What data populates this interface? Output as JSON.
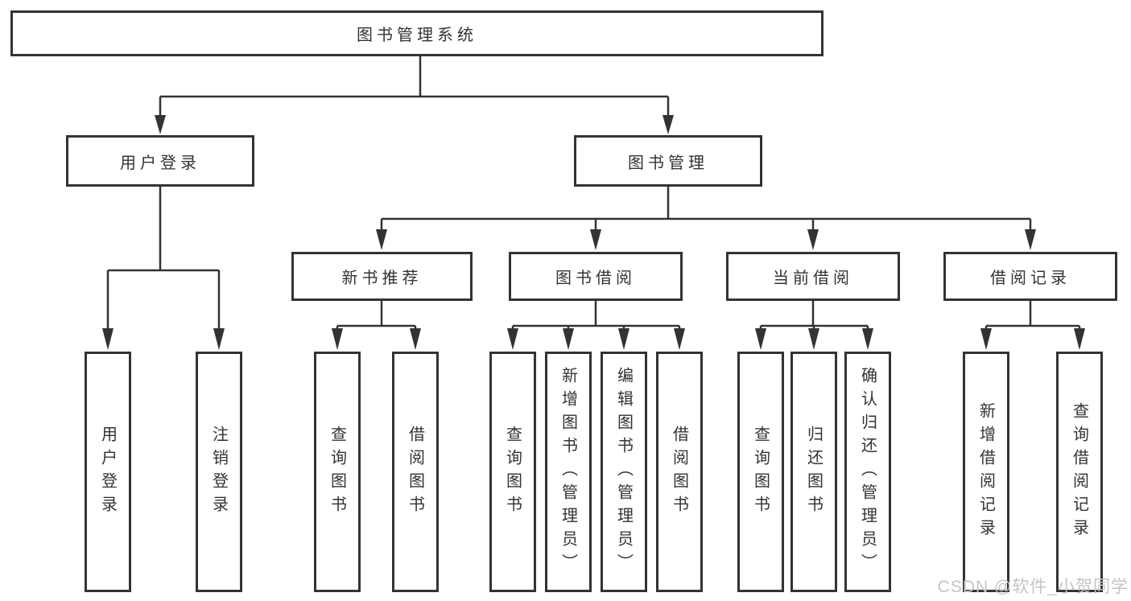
{
  "diagram": {
    "root": {
      "label": "图书管理系统"
    },
    "branches": [
      {
        "label": "用户登录",
        "leaves": [
          {
            "label": "用户登录"
          },
          {
            "label": "注销登录"
          }
        ]
      },
      {
        "label": "图书管理",
        "groups": [
          {
            "label": "新书推荐",
            "leaves": [
              {
                "label": "查询图书"
              },
              {
                "label": "借阅图书"
              }
            ]
          },
          {
            "label": "图书借阅",
            "leaves": [
              {
                "label": "查询图书"
              },
              {
                "label": "新增图书（管理员）"
              },
              {
                "label": "编辑图书（管理员）"
              },
              {
                "label": "借阅图书"
              }
            ]
          },
          {
            "label": "当前借阅",
            "leaves": [
              {
                "label": "查询图书"
              },
              {
                "label": "归还图书"
              },
              {
                "label": "确认归还（管理员）"
              }
            ]
          },
          {
            "label": "借阅记录",
            "leaves": [
              {
                "label": "新增借阅记录"
              },
              {
                "label": "查询借阅记录"
              }
            ]
          }
        ]
      }
    ]
  },
  "watermark": {
    "text": "CSDN @软件_小贺同学"
  },
  "colors": {
    "line": "#333333",
    "text": "#333333",
    "watermark": "#c4c4c4",
    "background": "#ffffff"
  }
}
